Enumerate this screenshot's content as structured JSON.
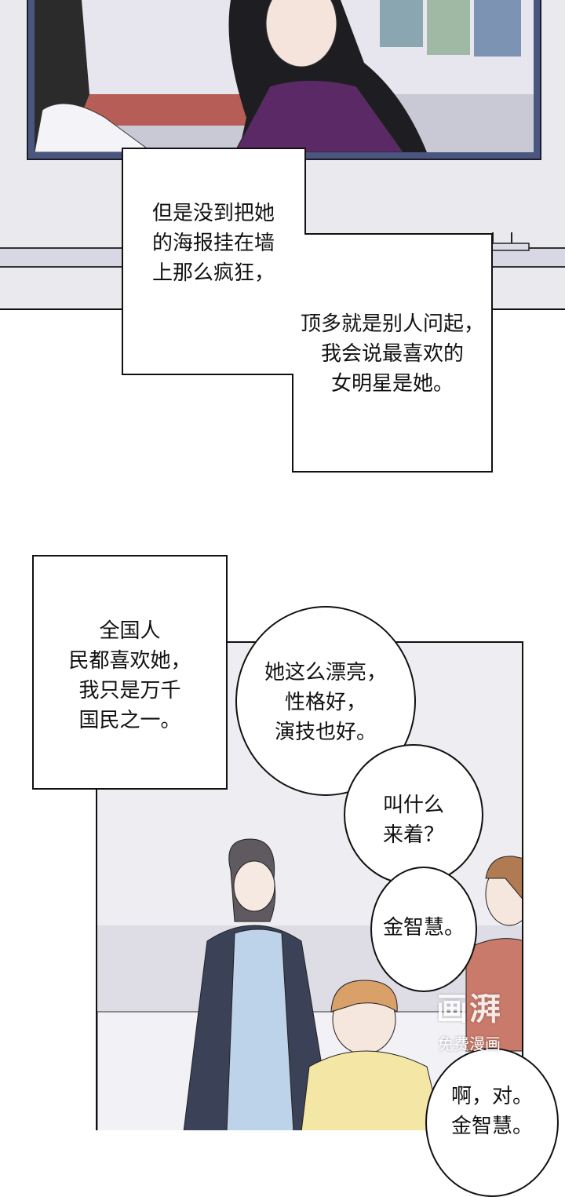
{
  "captions": {
    "c1": [
      "但是没到把她",
      "的海报挂在墙",
      "上那么疯狂，"
    ],
    "c2": [
      "顶多就是别人问起，",
      "我会说最喜欢的",
      "女明星是她。"
    ],
    "c3": [
      "全国人",
      "民都喜欢她，",
      "我只是万千",
      "国民之一。"
    ]
  },
  "bubbles": {
    "b1": [
      "她这么漂亮，",
      "性格好，",
      "演技也好。"
    ],
    "b2": [
      "叫什么",
      "来着？"
    ],
    "b3": [
      "金智慧。"
    ],
    "b4": [
      "啊，对。",
      "金智慧。"
    ]
  },
  "watermark": {
    "logo": "画湃",
    "label": "免费漫画"
  },
  "colors": {
    "tv_frame": "#4a5580",
    "sweater": "#5b2a66",
    "cardigan": "#3b4257",
    "dress": "#bcd3ea",
    "yellow_shirt": "#f4e7a6"
  }
}
